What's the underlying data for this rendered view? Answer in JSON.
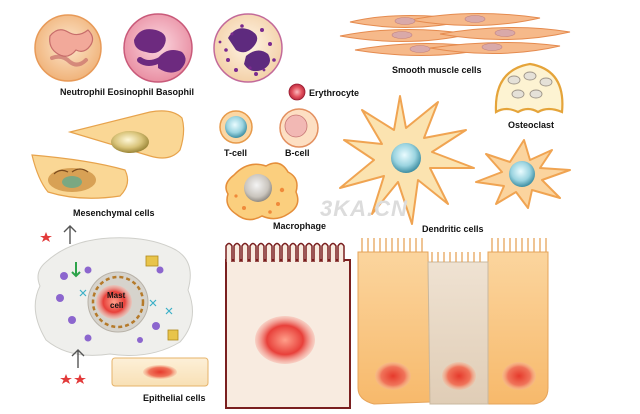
{
  "labels": {
    "granulocytes": "Neutrophil Eosinophil Basophil",
    "smooth_muscle": "Smooth muscle cells",
    "erythrocyte": "Erythrocyte",
    "osteoclast": "Osteoclast",
    "t_cell": "T-cell",
    "b_cell": "B-cell",
    "mesenchymal": "Mesenchymal cells",
    "macrophage": "Macrophage",
    "dendritic": "Dendritic cells",
    "mast": "Mast\ncell",
    "epithelial": "Epithelial cells"
  },
  "watermark": "3KA.CN",
  "colors": {
    "membrane_orange": "#f0a452",
    "cytoplasm_cream": "#fbe3b0",
    "nucleus_red": "#e8403a",
    "nucleus_purple": "#7b3a8f",
    "epithelium_border": "#7a1f1f"
  }
}
